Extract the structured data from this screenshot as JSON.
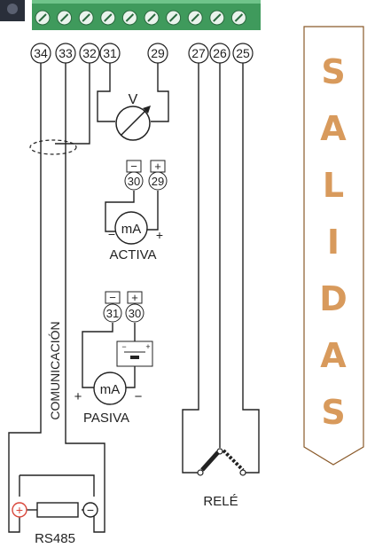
{
  "terminals": [
    "34",
    "33",
    "32",
    "31",
    "29",
    "27",
    "26",
    "25"
  ],
  "meter": {
    "symbol": "V"
  },
  "activa": {
    "terminals": [
      "30",
      "29"
    ],
    "polarity": [
      "−",
      "+"
    ],
    "meter_symbol": "mA",
    "meter_polarity": [
      "−",
      "+"
    ],
    "label": "ACTIVA"
  },
  "pasiva": {
    "terminals": [
      "31",
      "30"
    ],
    "polarity": [
      "−",
      "+"
    ],
    "battery_polarity": [
      "−",
      "+"
    ],
    "meter_symbol": "mA",
    "meter_polarity": [
      "+",
      "−"
    ],
    "label": "PASIVA"
  },
  "comunicacion_label": "COMUNICACIÓN",
  "rs485": {
    "label": "RS485",
    "plus": "+",
    "minus": "−"
  },
  "rele_label": "RELÉ",
  "salidas_letters": [
    "S",
    "A",
    "L",
    "I",
    "D",
    "A",
    "S"
  ],
  "colors": {
    "terminal_block": "#3f9a5c",
    "salidas_text": "#d89a5c",
    "salidas_border": "#8a5a2a",
    "rs485_plus": "#d9463a",
    "dark_corner": "#2a2f3a"
  }
}
